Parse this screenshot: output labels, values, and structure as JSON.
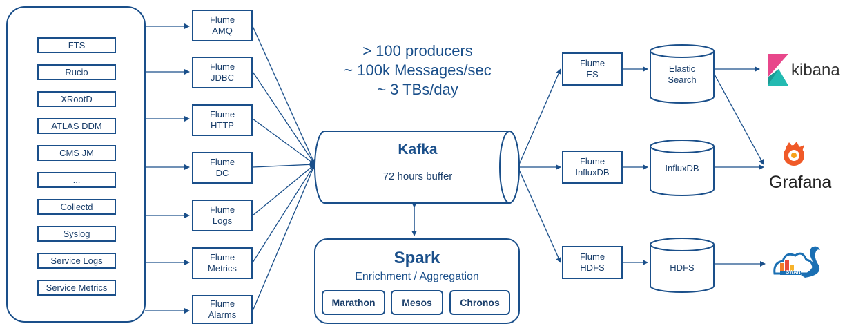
{
  "sources": [
    "FTS",
    "Rucio",
    "XRootD",
    "ATLAS DDM",
    "CMS JM",
    "...",
    "Collectd",
    "Syslog",
    "Service Logs",
    "Service Metrics"
  ],
  "flume_in": [
    [
      "Flume",
      "AMQ"
    ],
    [
      "Flume",
      "JDBC"
    ],
    [
      "Flume",
      "HTTP"
    ],
    [
      "Flume",
      "DC"
    ],
    [
      "Flume",
      "Logs"
    ],
    [
      "Flume",
      "Metrics"
    ],
    [
      "Flume",
      "Alarms"
    ]
  ],
  "stats": [
    "> 100 producers",
    "~ 100k Messages/sec",
    "~ 3 TBs/day"
  ],
  "kafka": {
    "title": "Kafka",
    "subtitle": "72 hours buffer"
  },
  "spark": {
    "title": "Spark",
    "subtitle": "Enrichment / Aggregation",
    "modules": [
      "Marathon",
      "Mesos",
      "Chronos"
    ]
  },
  "flume_out": [
    [
      "Flume",
      "ES"
    ],
    [
      "Flume",
      "InfluxDB"
    ],
    [
      "Flume",
      "HDFS"
    ]
  ],
  "stores": [
    [
      "Elastic",
      "Search"
    ],
    [
      "InfluxDB"
    ],
    [
      "HDFS"
    ]
  ],
  "tools": {
    "kibana": "kibana",
    "grafana": "Grafana",
    "swan": "SWAN"
  },
  "colors": {
    "line": "#1a4f8a",
    "text": "#1a3e6a",
    "kibana_pink": "#e8478b",
    "kibana_teal": "#23bab1",
    "grafana_orange": "#f05a28"
  }
}
